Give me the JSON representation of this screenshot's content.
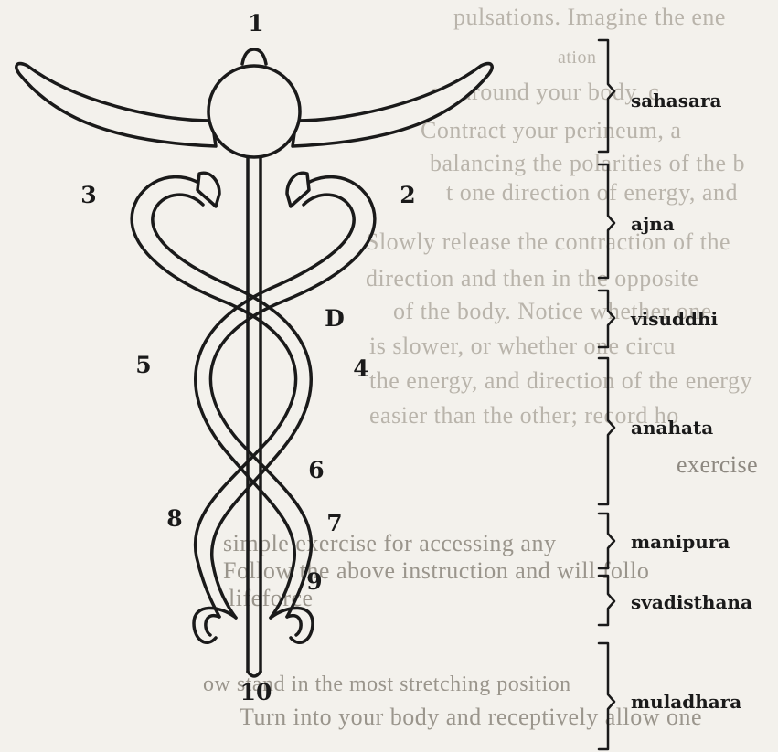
{
  "diagram": {
    "numbers": {
      "n1": "1",
      "n2": "2",
      "n3": "3",
      "d": "D",
      "n4": "4",
      "n5": "5",
      "n6": "6",
      "n7": "7",
      "n8": "8",
      "n9": "9",
      "n10": "10"
    },
    "chakras": [
      "sahasara",
      "ajna",
      "visuddhi",
      "anahata",
      "manipura",
      "svadisthana",
      "muladhara"
    ]
  },
  "background_text": [
    "pulsations. Imagine the ene",
    "ation",
    "on around your body, c",
    "Contract your perineum, a",
    "balancing the polarities of the b",
    "t one direction of energy, and",
    "Slowly release the contraction of the",
    "direction and then in the opposite",
    "of the body. Notice whether one",
    "is slower, or whether one circu",
    "the energy, and direction of the energy",
    "easier than the other; record ho",
    "exercise",
    "simple exercise for accessing any",
    "Follow the above instruction and will follo",
    "lifeforce",
    "ow stand in the most stretching position",
    "Turn into your body and receptively allow one"
  ]
}
